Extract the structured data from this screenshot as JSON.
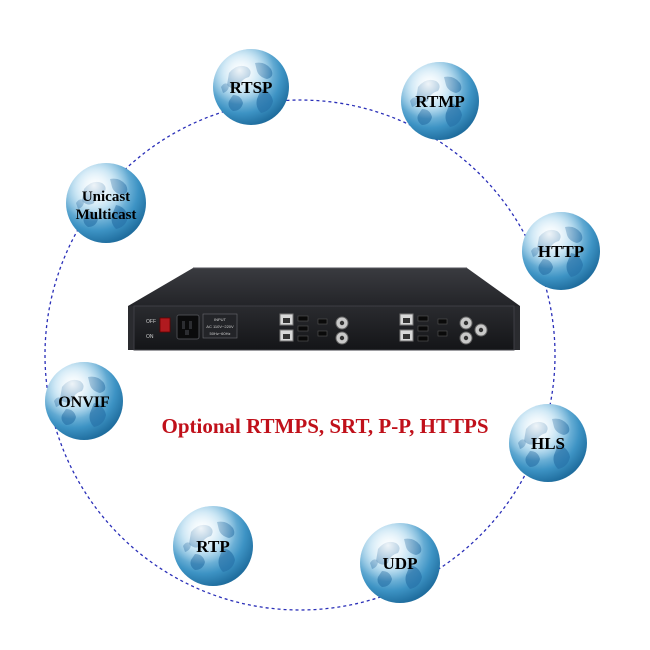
{
  "globes": [
    {
      "id": "rtsp",
      "label": "RTSP"
    },
    {
      "id": "rtmp",
      "label": "RTMP"
    },
    {
      "id": "unicast-multicast",
      "label_line1": "Unicast",
      "label_line2": "Multicast"
    },
    {
      "id": "http",
      "label": "HTTP"
    },
    {
      "id": "onvif",
      "label": "ONVIF"
    },
    {
      "id": "hls",
      "label": "HLS"
    },
    {
      "id": "rtp",
      "label": "RTP"
    },
    {
      "id": "udp",
      "label": "UDP"
    }
  ],
  "tagline": "Optional RTMPS, SRT, P-P, HTTPS",
  "device": {
    "power_switch": {
      "off": "OFF",
      "on": "ON"
    },
    "power_input": {
      "line1": "INPUT",
      "line2": "AC 110V~220V",
      "line3": "50Hz~60Hz"
    }
  },
  "colors": {
    "ring": "#2a2fb8",
    "tagline": "#c0101a",
    "globe_light": "#e8f4fb",
    "globe_dark": "#2d86b8",
    "chassis": "#1c1d20"
  }
}
